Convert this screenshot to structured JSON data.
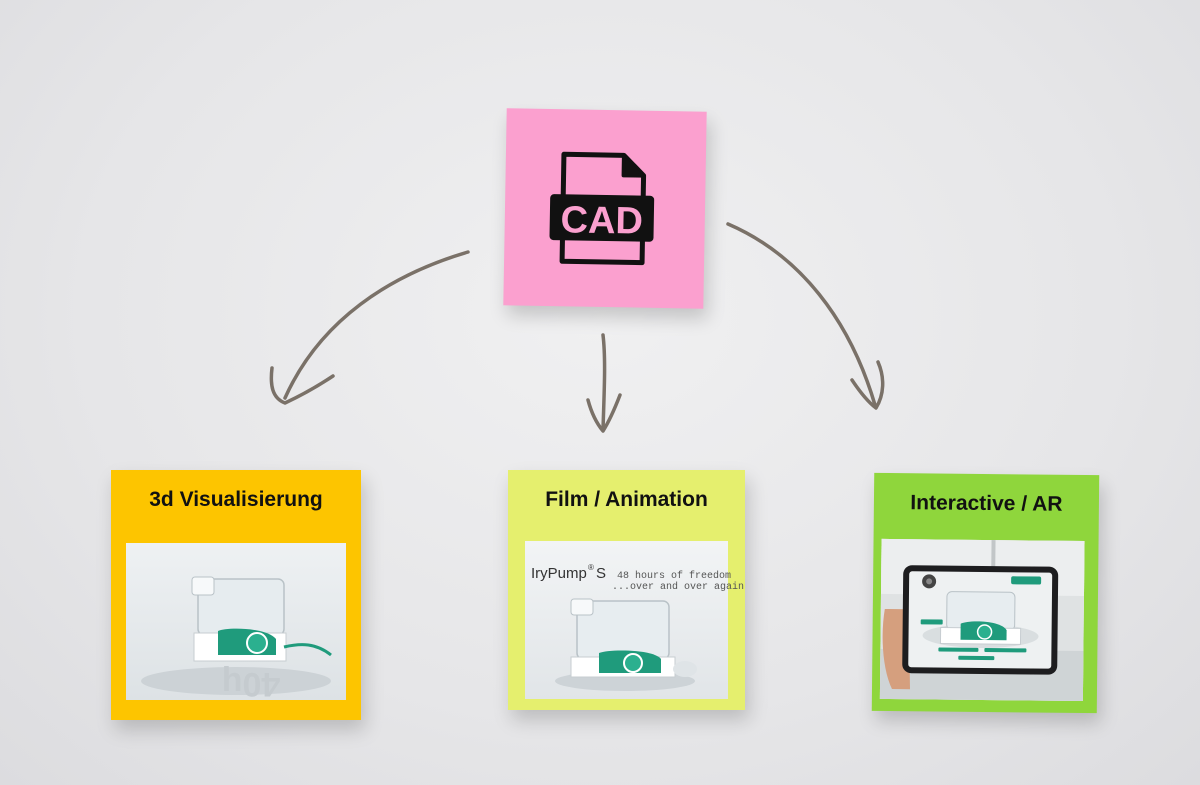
{
  "center_note": {
    "icon": "cad-file-icon",
    "label": "CAD",
    "color": "#fba0cf"
  },
  "notes": [
    {
      "title": "3d Visualisierung",
      "color": "#fdc500",
      "image": "pump-render-photo"
    },
    {
      "title": "Film / Animation",
      "color": "#e5ef6e",
      "image": "pump-animation-still",
      "brand": "IryPump",
      "brand_suffix": "S",
      "tagline_1": "48 hours of freedom",
      "tagline_2": "...over and over again"
    },
    {
      "title": "Interactive / AR",
      "color": "#8fd63c",
      "image": "tablet-ar-photo"
    }
  ],
  "arrow_color": "#7a7168",
  "product_accent": "#1f9b7c"
}
